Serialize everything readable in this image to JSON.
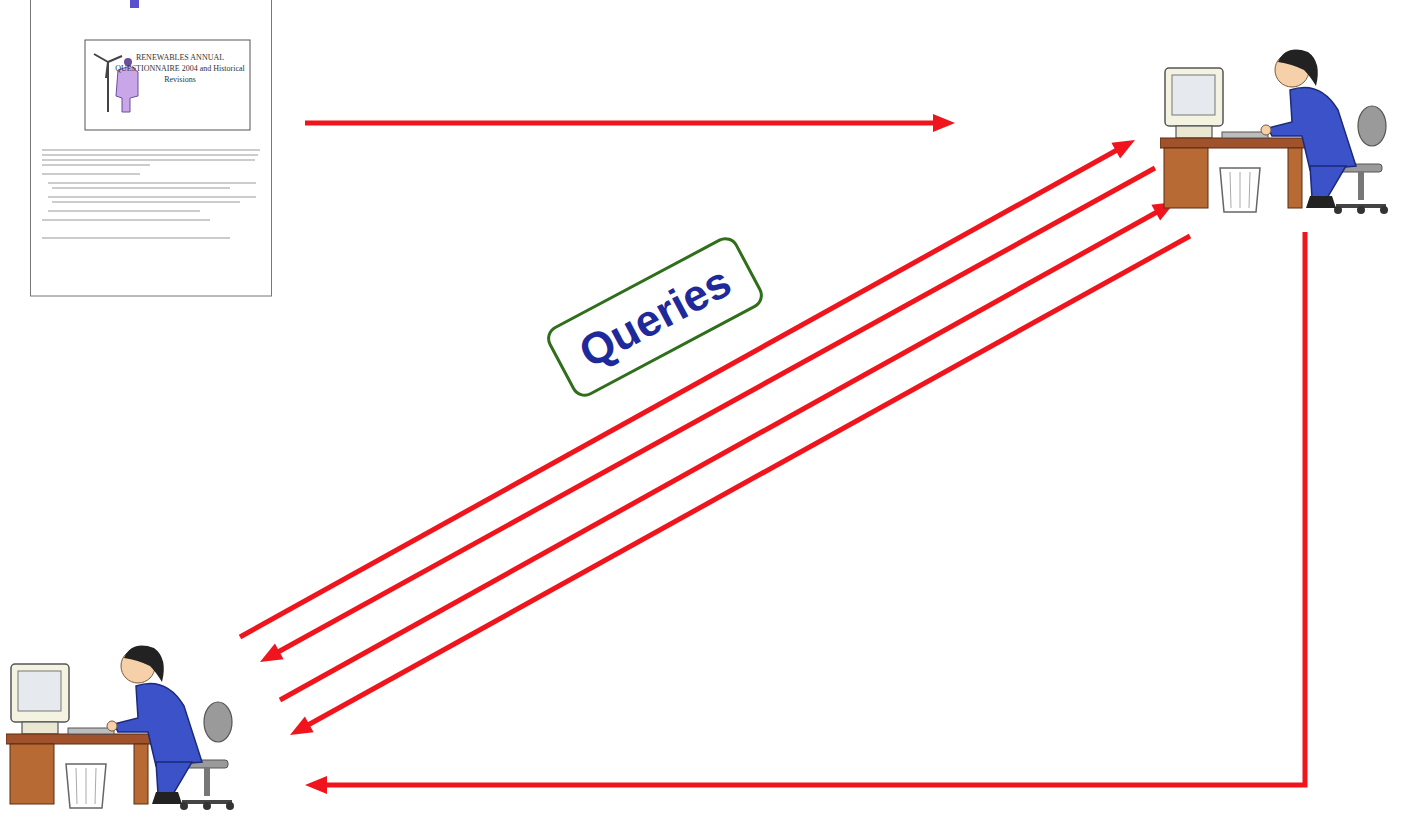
{
  "diagram": {
    "nodes": [
      {
        "text": [
          "RENEWABLES ANNUAL QUESTIONNAIRE 2004 and Historical Revisions"
        ]
      },
      {
        "text": []
      },
      {
        "text": []
      },
      {
        "text": [
          "Queries"
        ]
      }
    ],
    "edges": [
      {
        "from": 0,
        "to": 1,
        "arrow": "to"
      },
      {
        "from": 2,
        "to": 1,
        "arrow": "to"
      },
      {
        "from": 1,
        "to": 2,
        "arrow": "to"
      },
      {
        "from": 2,
        "to": 1,
        "arrow": "to"
      },
      {
        "from": 1,
        "to": 2,
        "arrow": "to"
      },
      {
        "from": 1,
        "to": 2,
        "arrow": "to"
      }
    ]
  }
}
